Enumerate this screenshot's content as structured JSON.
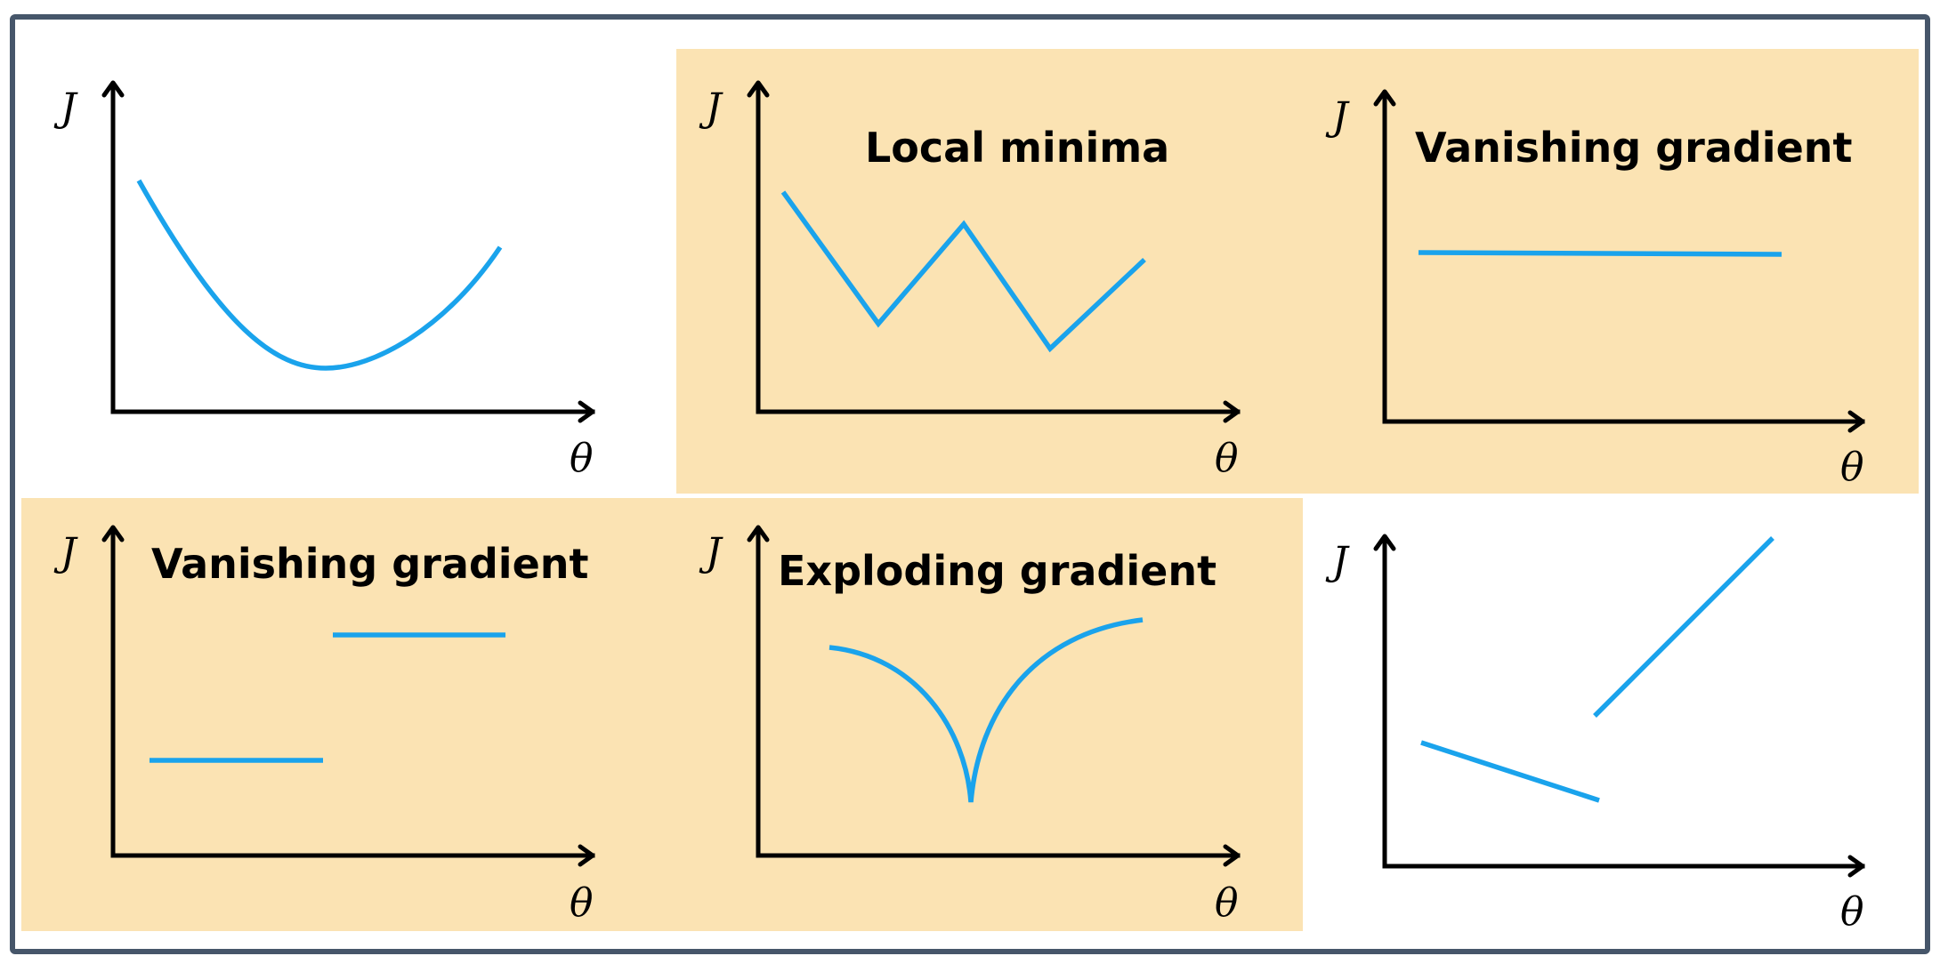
{
  "colors": {
    "background": "#FFFFFF",
    "highlight": "#FBE3B3",
    "frame": "#46566A",
    "curve": "#1AA3EC",
    "axis": "#000000"
  },
  "axis_labels": {
    "y": "J",
    "x": "θ"
  },
  "panels": [
    {
      "id": "convex",
      "title": "",
      "highlighted": false
    },
    {
      "id": "local-minima",
      "title": "Local minima",
      "highlighted": true
    },
    {
      "id": "vanishing-gradient-flat",
      "title": "Vanishing gradient",
      "highlighted": true
    },
    {
      "id": "vanishing-gradient-steps",
      "title": "Vanishing gradient",
      "highlighted": true
    },
    {
      "id": "exploding-gradient",
      "title": "Exploding gradient",
      "highlighted": true
    },
    {
      "id": "discontinuous",
      "title": "",
      "highlighted": false
    }
  ]
}
